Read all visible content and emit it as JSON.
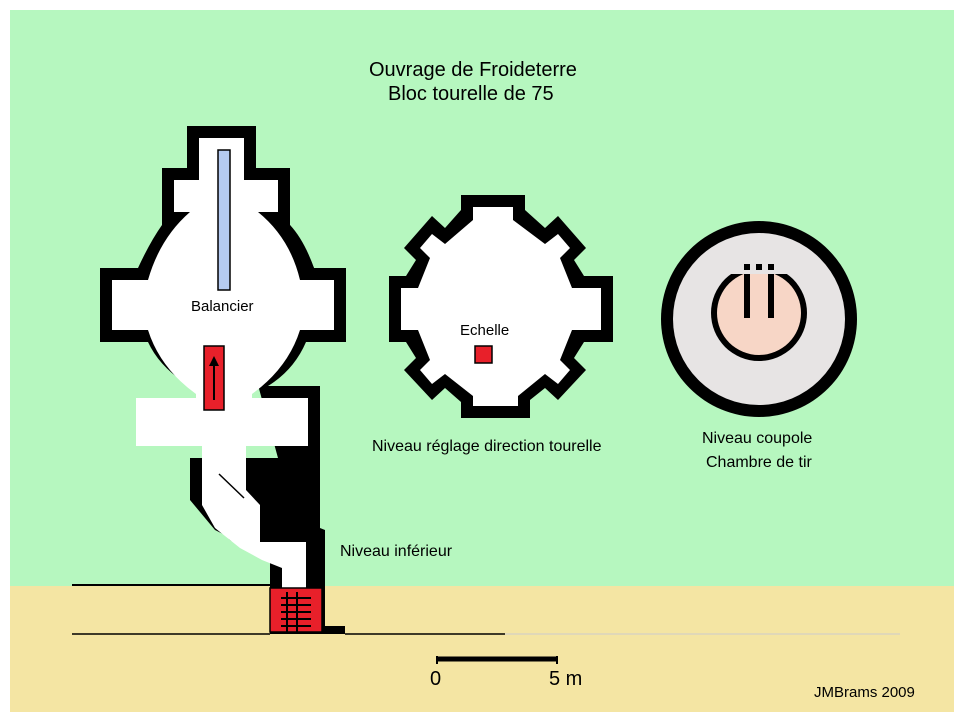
{
  "title": {
    "line1": "Ouvrage de Froideterre",
    "line2": "Bloc tourelle de 75"
  },
  "labels": {
    "balancier": "Balancier",
    "echelle": "Echelle",
    "niveau_reglage": "Niveau réglage direction tourelle",
    "niveau_coupole_1": "Niveau coupole",
    "niveau_coupole_2": "Chambre de tir",
    "niveau_inferieur": "Niveau inférieur"
  },
  "scale_bar": {
    "start_label": "0",
    "end_label": "5 m"
  },
  "credit": "JMBrams 2009",
  "colors": {
    "sky": "#b6f7bf",
    "ground": "#f4e5a3",
    "wall": "#000000",
    "room": "#ffffff",
    "ladder": "#e8202a",
    "balancier": "#b5cbf2",
    "coupole_ring": "#e7e4e4",
    "coupole_inner": "#f7d6c6"
  }
}
